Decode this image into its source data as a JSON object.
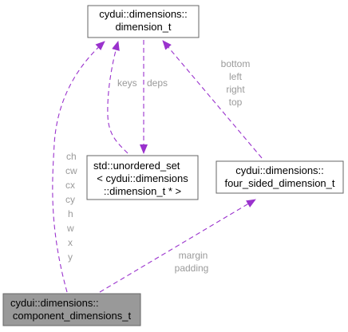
{
  "nodes": {
    "dimension_t": {
      "lines": [
        "cydui::dimensions::",
        "dimension_t"
      ]
    },
    "unordered_set": {
      "lines": [
        "std::unordered_set",
        "< cydui::dimensions",
        "::dimension_t * >"
      ]
    },
    "four_sided_dimension_t": {
      "lines": [
        "cydui::dimensions::",
        "four_sided_dimension_t"
      ]
    },
    "component_dimensions_t": {
      "lines": [
        "cydui::dimensions::",
        "component_dimensions_t"
      ],
      "highlighted": true
    }
  },
  "edges": {
    "component_to_dimension": {
      "labels": [
        "ch",
        "cw",
        "cx",
        "cy",
        "h",
        "w",
        "x",
        "y"
      ]
    },
    "unordered_set_to_dimension": {
      "labels": [
        "keys"
      ]
    },
    "dimension_to_unordered_set": {
      "labels": [
        "deps"
      ]
    },
    "four_sided_to_dimension": {
      "labels": [
        "bottom",
        "left",
        "right",
        "top"
      ]
    },
    "component_to_four_sided": {
      "labels": [
        "margin",
        "padding"
      ]
    }
  },
  "colors": {
    "edge": "#9a32cd",
    "label": "#9a9a9a",
    "node_border": "#666666",
    "node_fill": "#ffffff",
    "highlight_fill": "#999999",
    "text": "#000000"
  }
}
